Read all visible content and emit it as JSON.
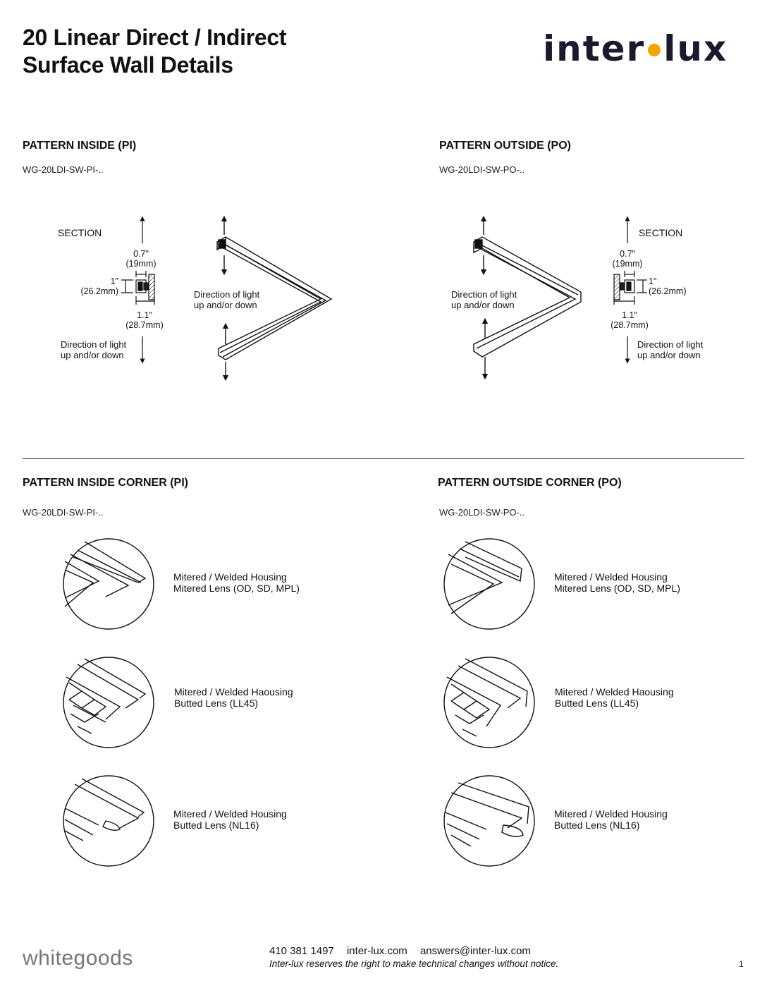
{
  "header": {
    "title_line1": "20 Linear Direct / Indirect",
    "title_line2": "Surface Wall Details",
    "logo_left": "inter",
    "logo_right": "lux",
    "logo_dot_color": "#f0a500"
  },
  "top_left": {
    "heading": "PATTERN INSIDE (PI)",
    "code": "WG-20LDI-SW-PI-..",
    "section_label": "SECTION",
    "dim_width": "0.7\"",
    "dim_width_mm": "(19mm)",
    "dim_height": "1\"",
    "dim_height_mm": "(26.2mm)",
    "dim_depth": "1.1\"",
    "dim_depth_mm": "(28.7mm)",
    "direction_line1": "Direction of light",
    "direction_line2": "up and/or down",
    "direction2_line1": "Direction of light",
    "direction2_line2": "up and/or down"
  },
  "top_right": {
    "heading": "PATTERN OUTSIDE (PO)",
    "code": "WG-20LDI-SW-PO-..",
    "section_label": "SECTION",
    "dim_width": "0.7\"",
    "dim_width_mm": "(19mm)",
    "dim_height": "1\"",
    "dim_height_mm": "(26.2mm)",
    "dim_depth": "1.1\"",
    "dim_depth_mm": "(28.7mm)",
    "direction_line1": "Direction of light",
    "direction_line2": "up and/or down",
    "direction2_line1": "Direction of light",
    "direction2_line2": "up and/or down"
  },
  "bottom_left": {
    "heading": "PATTERN INSIDE CORNER (PI)",
    "code": "WG-20LDI-SW-PI-..",
    "details": [
      {
        "line1": "Mitered / Welded Housing",
        "line2": "Mitered Lens (OD, SD, MPL)"
      },
      {
        "line1": "Mitered / Welded Haousing",
        "line2": "Butted Lens (LL45)"
      },
      {
        "line1": "Mitered / Welded Housing",
        "line2": "Butted Lens (NL16)"
      }
    ]
  },
  "bottom_right": {
    "heading": "PATTERN OUTSIDE CORNER (PO)",
    "code": "WG-20LDI-SW-PO-..",
    "details": [
      {
        "line1": "Mitered / Welded Housing",
        "line2": "Mitered Lens (OD, SD, MPL)"
      },
      {
        "line1": "Mitered / Welded Haousing",
        "line2": "Butted Lens (LL45)"
      },
      {
        "line1": "Mitered / Welded Housing",
        "line2": "Butted Lens (NL16)"
      }
    ]
  },
  "footer": {
    "brand": "whitegoods",
    "phone": "410 381 1497",
    "website": "inter-lux.com",
    "email": "answers@inter-lux.com",
    "notice": "Inter-lux reserves the right to make technical changes without notice.",
    "page_number": "1"
  }
}
